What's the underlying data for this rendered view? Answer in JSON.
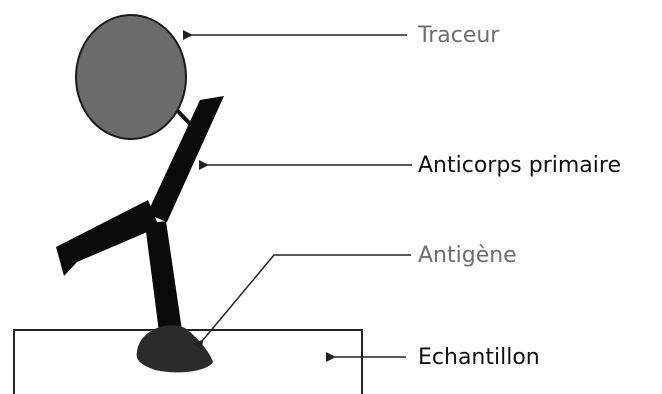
{
  "labels": {
    "tracer": "Traceur",
    "primary_antibody": "Anticorps primaire",
    "antigen": "Antigène",
    "sample": "Echantillon"
  },
  "colors": {
    "tracer_fill": "#6b6b6b",
    "antibody": "#0a0a0a",
    "antigen_fill": "#2b2b2b",
    "label_grey": "#6e6e6e",
    "label_dark": "#111111",
    "lines": "#222222"
  }
}
